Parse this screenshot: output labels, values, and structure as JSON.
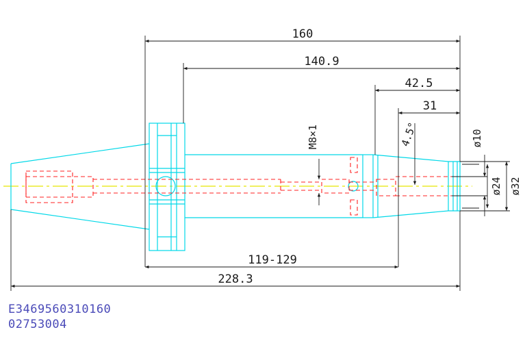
{
  "dimensions": {
    "overall_length": "160",
    "gauge_length": "140.9",
    "nose_length": "42.5",
    "collet_length": "31",
    "taper_angle": "4.5°",
    "thread": "M8×1",
    "bore_dia": "ø10",
    "nose_dia_small": "ø24",
    "nose_dia_large": "ø32",
    "adjust_range": "119-129",
    "total_length": "228.3"
  },
  "part_codes": [
    "E3469560310160",
    "02753004"
  ],
  "colors": {
    "outline": "#00d8e8",
    "hidden": "#ff2020",
    "centerline": "#e8e800",
    "dimension": "#1a1a1a",
    "code_text": "#4a4ab8"
  }
}
